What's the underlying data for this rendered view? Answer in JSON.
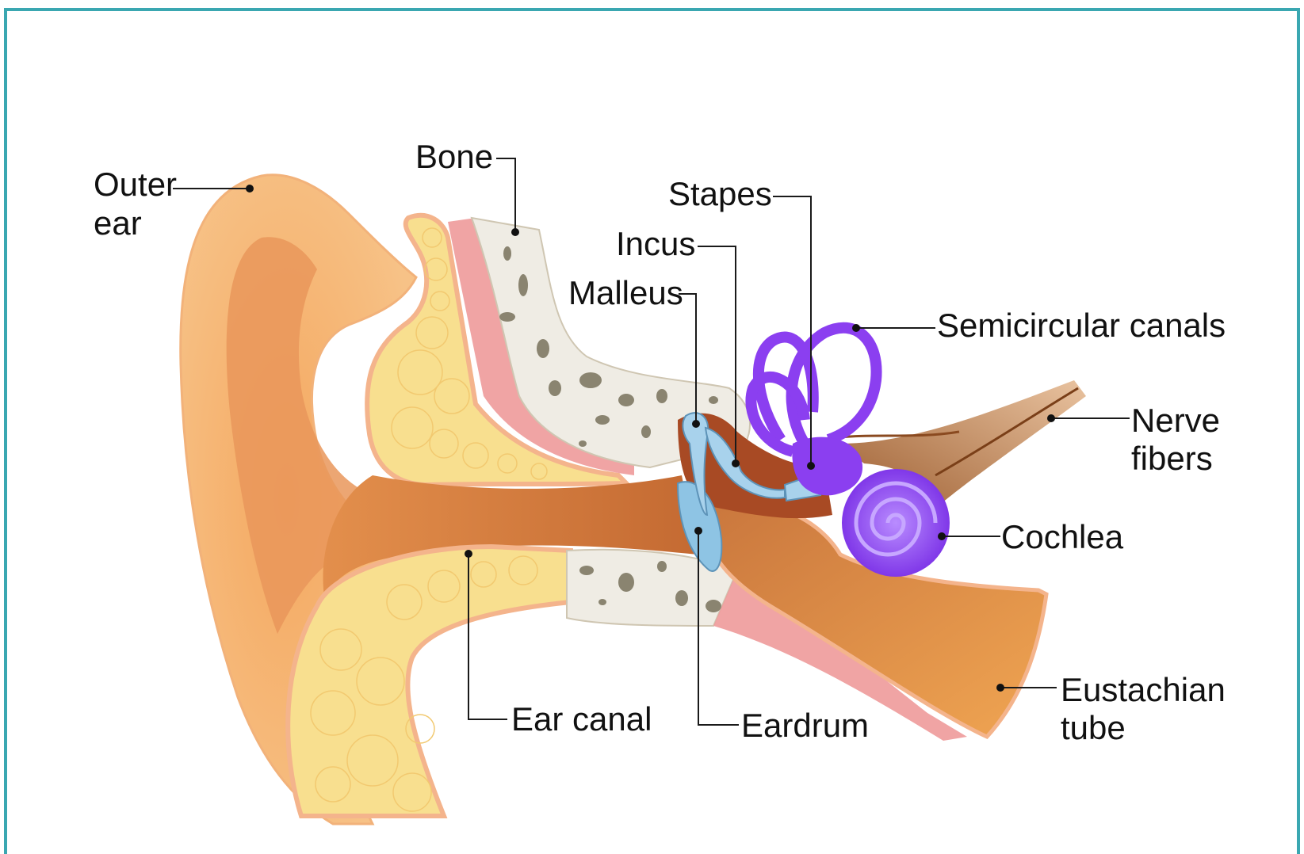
{
  "colors": {
    "frame": "#3aa7b1",
    "outer_ear": "#f6b574",
    "canal": "#d88445",
    "fat": "#f8df8f",
    "bone": "#efece4",
    "muscle": "#ee9a9a",
    "ossicles": "#8ec4e4",
    "inner_ear": "#8b3ff0",
    "nerve": "#a56a3a"
  },
  "labels": {
    "outer_ear": [
      "Outer",
      "ear"
    ],
    "bone": "Bone",
    "stapes": "Stapes",
    "incus": "Incus",
    "malleus": "Malleus",
    "semicircular_canals": "Semicircular canals",
    "nerve_fibers": [
      "Nerve",
      "fibers"
    ],
    "cochlea": "Cochlea",
    "eustachian_tube": [
      "Eustachian",
      "tube"
    ],
    "ear_canal": "Ear canal",
    "eardrum": "Eardrum"
  }
}
